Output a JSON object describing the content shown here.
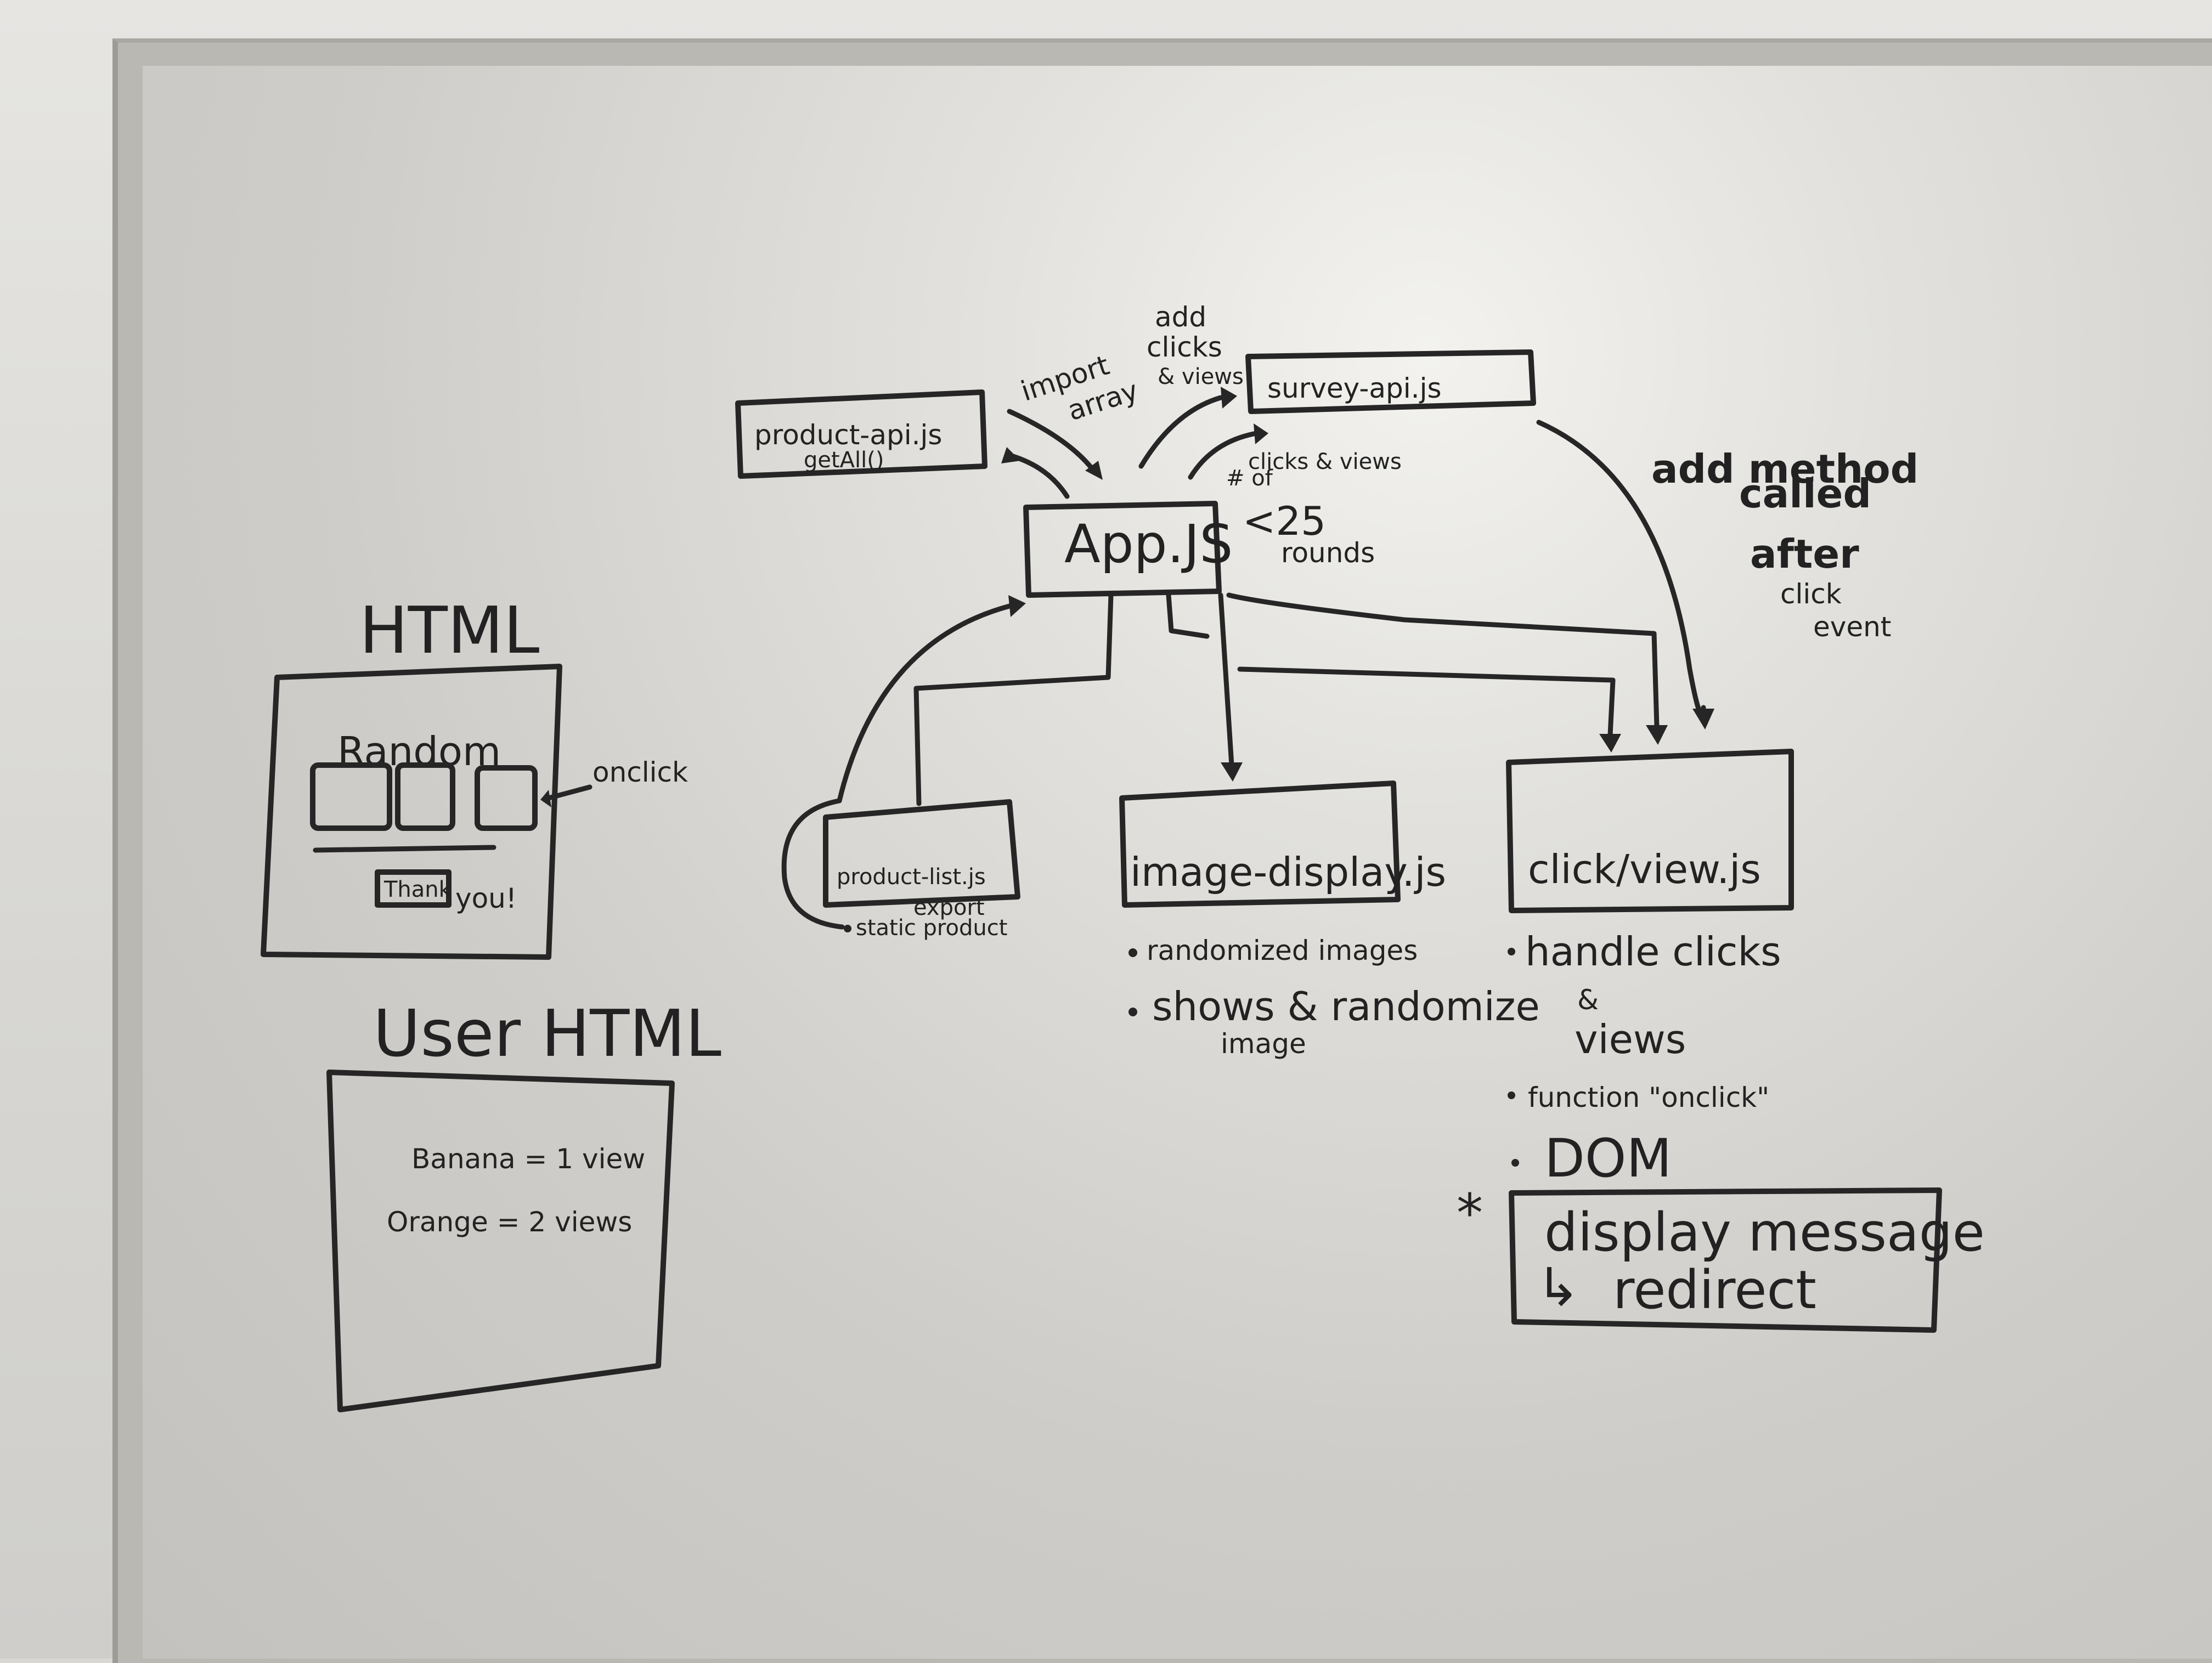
{
  "board": {
    "wall_color": "#e2e1dd",
    "frame_color": "#a9a8a3",
    "ink_color": "#262626"
  },
  "boxes": {
    "product_api": {
      "line1": "product-api.js",
      "line2": "getAll()"
    },
    "survey_api": {
      "label": "survey-api.js"
    },
    "app": {
      "label": "App.JS"
    },
    "product_list": {
      "label": "product-list.js",
      "note_export": "export",
      "note_static": "static product"
    },
    "image_display": {
      "label": "image-display.js"
    },
    "click_view": {
      "label": "click/view.js"
    },
    "display_message": {
      "line1": "display message",
      "line2": "redirect",
      "arrow_glyph": "↳"
    }
  },
  "annotations": {
    "import_array": [
      "import",
      "array"
    ],
    "add_clicks_views": [
      "add",
      "clicks",
      "& views"
    ],
    "clicks_views_rounds": [
      "# of",
      "clicks & views",
      "<25",
      "rounds"
    ],
    "add_method": [
      "add method",
      "called",
      "after",
      "click",
      "event"
    ]
  },
  "image_display_notes": {
    "item1": "randomized images",
    "item2a": "shows & randomize",
    "item2b": "image"
  },
  "click_view_notes": {
    "item1a": "handle clicks",
    "item1b": "&",
    "item1c": "views",
    "item2": "function \"onclick\"",
    "item3": "DOM",
    "star": "*"
  },
  "html_mock": {
    "title": "HTML",
    "heading": "Random",
    "onclick_label": "onclick",
    "thank": "Thank",
    "you": "you!"
  },
  "user_html": {
    "title": "User HTML",
    "line1": "Banana = 1 view",
    "line2": "Orange = 2 views"
  }
}
